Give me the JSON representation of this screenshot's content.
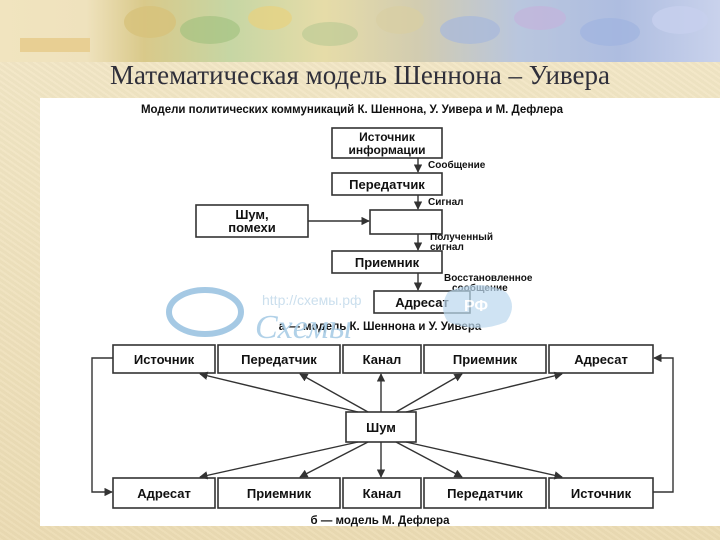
{
  "slide": {
    "title": "Математическая модель Шеннона – Уивера"
  },
  "diagram": {
    "header": "Модели политических коммуникаций К. Шеннона, У. Уивера и М. Дефлера",
    "model_a": {
      "nodes": {
        "source": "Источник информации",
        "transmitter": "Передатчик",
        "channel": "",
        "receiver": "Приемник",
        "addressee": "Адресат",
        "noise": "Шум, помехи"
      },
      "edge_labels": {
        "message": "Сообщение",
        "signal": "Сигнал",
        "received_signal": "Полученный сигнал",
        "restored_message": "Восстановленное сообщение"
      },
      "caption": "а — модель К. Шеннона и У. Уивера"
    },
    "model_b": {
      "top_row": [
        "Источник",
        "Передатчик",
        "Канал",
        "Приемник",
        "Адресат"
      ],
      "noise": "Шум",
      "bottom_row": [
        "Адресат",
        "Приемник",
        "Канал",
        "Передатчик",
        "Источник"
      ],
      "caption": "б — модель М. Дефлера"
    },
    "watermark": {
      "url": "http://схемы.рф",
      "brand": "Схемы",
      "suffix": "РФ"
    }
  }
}
